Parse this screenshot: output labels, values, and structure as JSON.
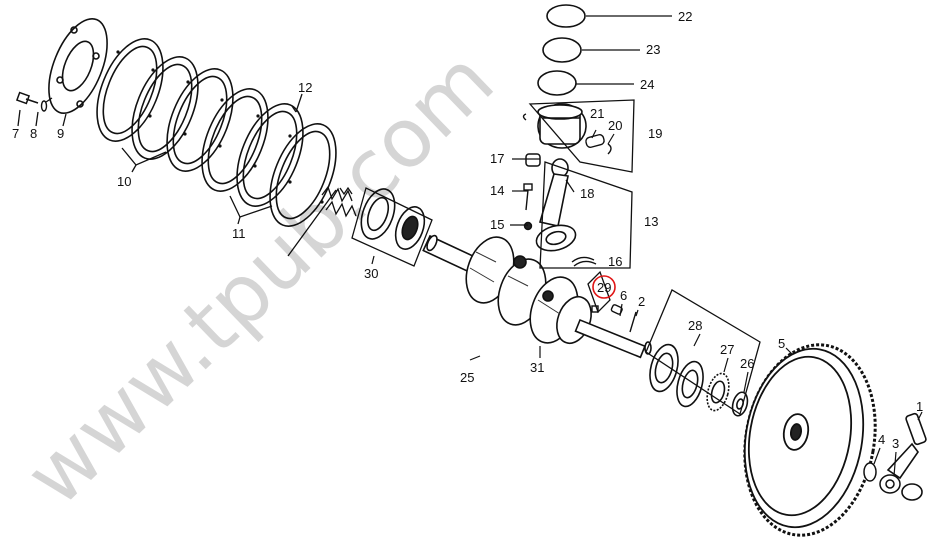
{
  "diagram": {
    "watermark": "www.tpub.com",
    "highlight_color": "#e01515",
    "labels": {
      "l1": "1",
      "l2": "2",
      "l3": "3",
      "l4": "4",
      "l5": "5",
      "l6": "6",
      "l7": "7",
      "l8": "8",
      "l9": "9",
      "l10": "10",
      "l11": "11",
      "l12": "12",
      "l13": "13",
      "l14": "14",
      "l15": "15",
      "l16": "16",
      "l17": "17",
      "l18": "18",
      "l19": "19",
      "l20": "20",
      "l21": "21",
      "l22": "22",
      "l23": "23",
      "l24": "24",
      "l25": "25",
      "l26": "26",
      "l27": "27",
      "l28": "28",
      "l29": "29",
      "l30": "30",
      "l31": "31"
    }
  }
}
